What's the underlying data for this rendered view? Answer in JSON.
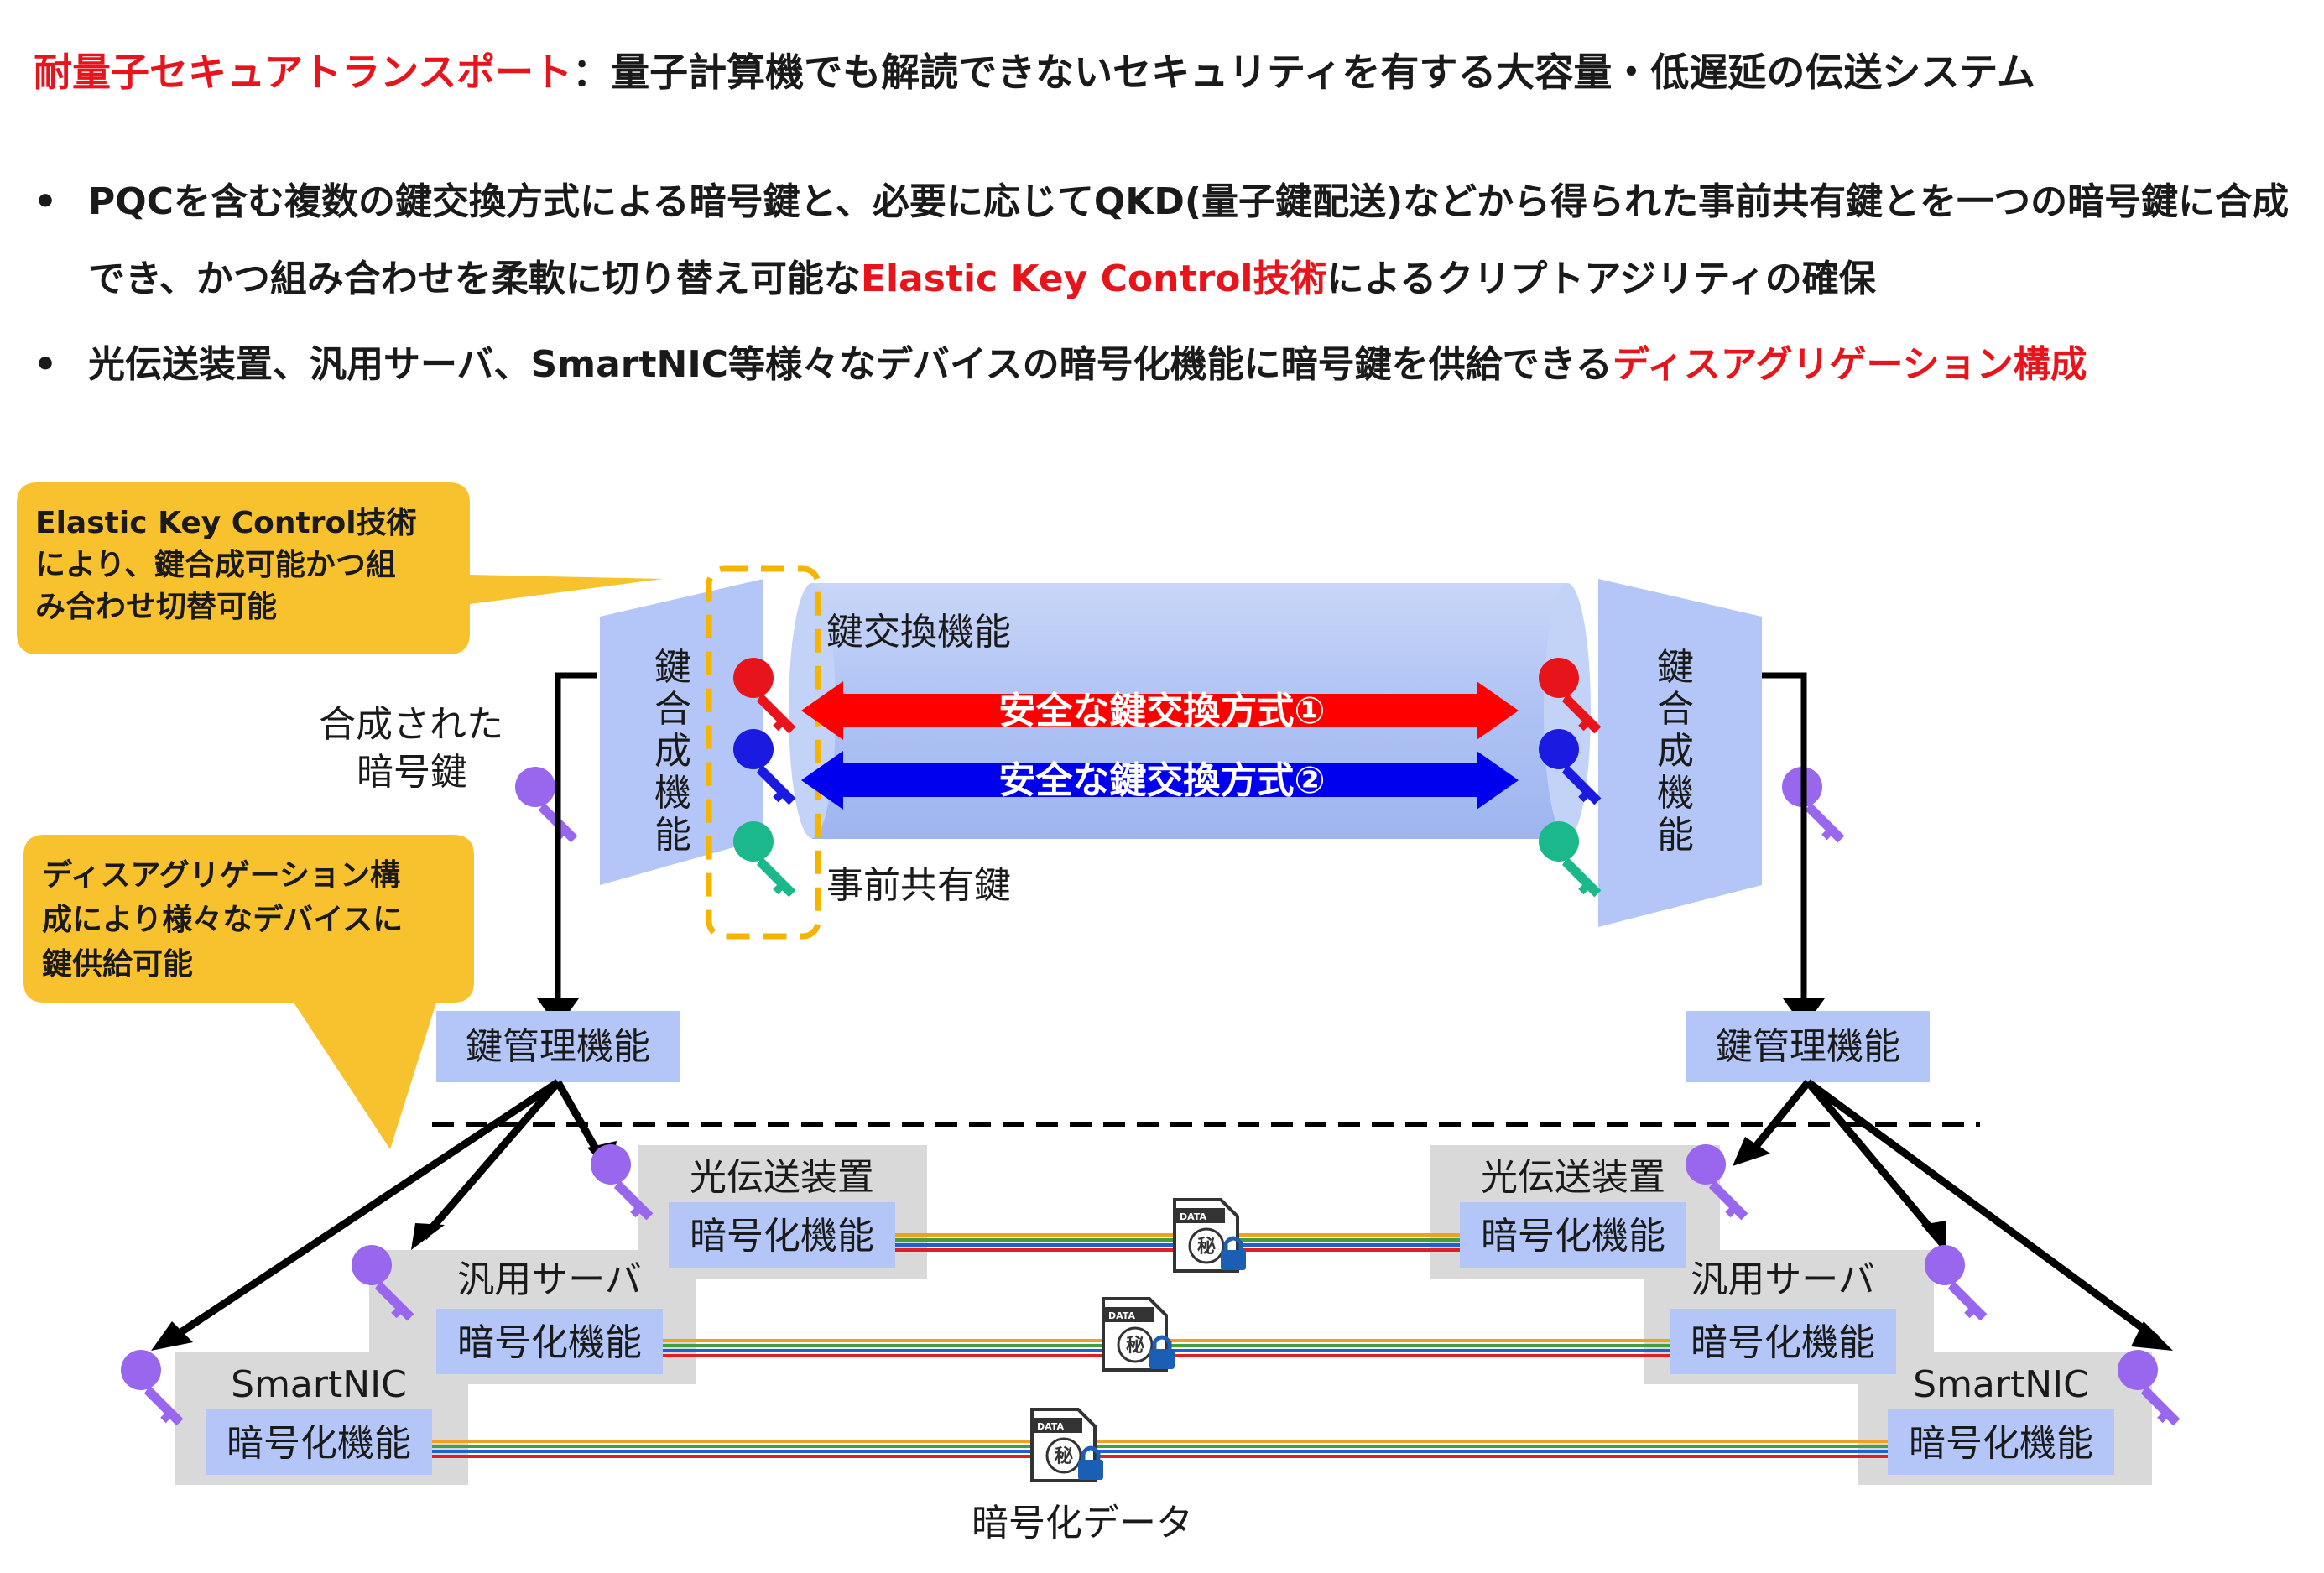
{
  "header": {
    "title_red": "耐量子セキュアトランスポート",
    "title_rest": "：量子計算機でも解読できないセキュリティを有する大容量・低遅延の伝送システム"
  },
  "bullets": [
    {
      "marker": "•",
      "text_before": "PQCを含む複数の鍵交換方式による暗号鍵と、必要に応じてQKD(量子鍵配送)などから得られた事前共有鍵とを一つの暗号鍵に合成でき、かつ組み合わせを柔軟に切り替え可能な",
      "highlight": "Elastic Key Control技術",
      "text_after": "によるクリプトアジリティの確保"
    },
    {
      "marker": "•",
      "text_before": "光伝送装置、汎用サーバ、SmartNIC等様々なデバイスの暗号化機能に暗号鍵を供給できる",
      "highlight": "ディスアグリゲーション構成",
      "text_after": ""
    }
  ],
  "diagram": {
    "callout1": [
      "Elastic Key Control技術",
      "により、鍵合成可能かつ組",
      "み合わせ切替可能"
    ],
    "callout2": [
      "ディスアグリゲーション構",
      "成により様々なデバイスに",
      "鍵供給可能"
    ],
    "key_synthesis_left": [
      "鍵",
      "合",
      "成",
      "機",
      "能"
    ],
    "key_synthesis_right": [
      "鍵",
      "合",
      "成",
      "機",
      "能"
    ],
    "key_exchange_label": "鍵交換機能",
    "arrow1_label": "安全な鍵交換方式①",
    "arrow2_label": "安全な鍵交換方式②",
    "preshared_label": "事前共有鍵",
    "combined_key_label": [
      "合成された",
      "暗号鍵"
    ],
    "key_mgmt_left": "鍵管理機能",
    "key_mgmt_right": "鍵管理機能",
    "devices_left": [
      {
        "name": "光伝送装置",
        "func": "暗号化機能"
      },
      {
        "name": "汎用サーバ",
        "func": "暗号化機能"
      },
      {
        "name": "SmartNIC",
        "func": "暗号化機能"
      }
    ],
    "devices_right": [
      {
        "name": "光伝送装置",
        "func": "暗号化機能"
      },
      {
        "name": "汎用サーバ",
        "func": "暗号化機能"
      },
      {
        "name": "SmartNIC",
        "func": "暗号化機能"
      }
    ],
    "data_icon_top": "DATA",
    "data_icon_char": "秘",
    "encrypted_data_label": "暗号化データ"
  },
  "colors": {
    "red_accent": "#e8141c",
    "callout_yellow": "#f8c22e",
    "box_blue": "#b3c6f7",
    "device_gray": "#d9d9d9",
    "arrow_red": "#ff0000",
    "arrow_blue": "#0000ee",
    "key_red": "#e8141c",
    "key_blue": "#1a1ae0",
    "key_green": "#1ab88a",
    "key_purple": "#9966ee"
  }
}
